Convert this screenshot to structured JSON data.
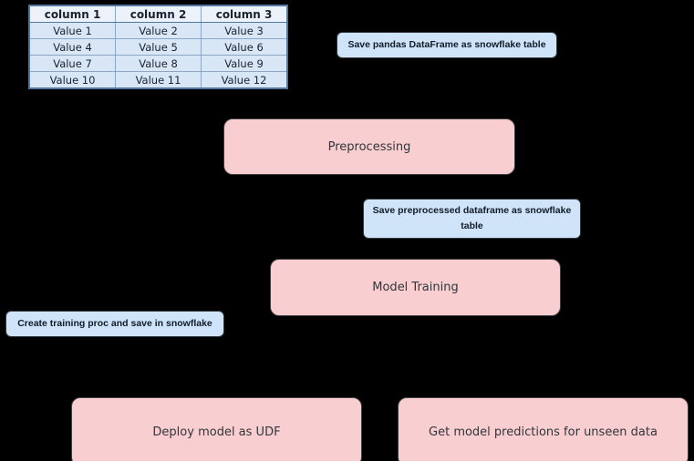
{
  "diagram": {
    "background": "#000000"
  },
  "table": {
    "headers": [
      "column 1",
      "column 2",
      "column 3"
    ],
    "rows": [
      [
        "Value 1",
        "Value 2",
        "Value 3"
      ],
      [
        "Value 4",
        "Value 5",
        "Value 6"
      ],
      [
        "Value 7",
        "Value 8",
        "Value 9"
      ],
      [
        "Value 10",
        "Value 11",
        "Value 12"
      ]
    ]
  },
  "annotations": {
    "save_pandas": "Save pandas DataFrame as snowflake table",
    "save_preprocessed": "Save preprocessed dataframe as snowflake table",
    "create_training_proc": "Create training proc and save in snowflake"
  },
  "steps": {
    "preprocessing": "Preprocessing",
    "model_training": "Model Training",
    "deploy_udf": "Deploy model as UDF",
    "predictions": "Get model predictions for unseen data"
  },
  "colors": {
    "step_fill": "#f9ced1",
    "annotation_fill": "#cfe3f9",
    "table_cell_fill": "#d8e6f6",
    "table_header_fill": "#ecf1fa",
    "table_border": "#54779e",
    "background": "#000000"
  }
}
